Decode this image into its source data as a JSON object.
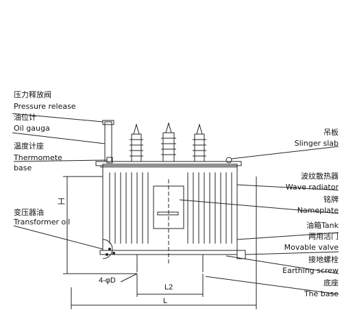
{
  "labels_left": {
    "pressure_release_cn": "压力释放阀",
    "pressure_release_en": "Pressure release",
    "oil_gauge_cn": "油位计",
    "oil_gauge_en": "Oil gauga",
    "thermometer_cn": "温度计座",
    "thermometer_en_1": "Thermomete",
    "thermometer_en_2": "base",
    "transformer_oil_cn": "变压器油",
    "transformer_oil_en": "Transformer oil"
  },
  "labels_right": {
    "slinger_slab_cn": "吊板",
    "slinger_slab_en": "Slinger slab",
    "wave_radiator_cn": "波纹散热器",
    "wave_radiator_en": "Wave radiator",
    "nameplate_cn": "铭牌",
    "nameplate_en": "Nameplate",
    "oil_tank": "油箱Tank",
    "movable_valve_cn": "两用活门",
    "movable_valve_en": "Movable valve",
    "earthing_screw_cn": "接地螺栓",
    "earthing_screw_en": "Earthing screw",
    "base_cn": "底座",
    "base_en": "The base"
  },
  "dimensions": {
    "height": "工",
    "holes": "4-φD",
    "l2": "L2",
    "l": "L"
  },
  "colors": {
    "line": "#222222",
    "background": "#ffffff"
  }
}
